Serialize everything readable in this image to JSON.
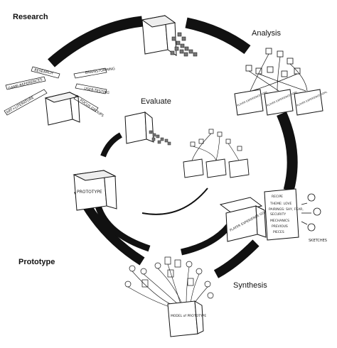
{
  "labels": {
    "research": "Research",
    "analysis": "Analysis",
    "evaluate": "Evaluate",
    "prototype_heading": "Prototype",
    "synthesis": "Synthesis"
  },
  "box_labels": {
    "prototype_box": "PROTOTYPE",
    "player_experience_goal": "PLAYER EXPERIENCE GOAL",
    "model_of_prototype": "MODEL of PROTOTYPE",
    "sketches": "SKETCHES"
  },
  "research_tags": [
    "RESEARCH",
    "BRAINSTORMING",
    "GAME-REFERENCES",
    "USER-TESTING",
    "ART+LITERATURE",
    "FOCUS GROUPS"
  ],
  "recipe_card": [
    "RECIPE",
    "THEME: LOVE",
    "PAIRINGS: SHY, FEAR,",
    "SECURITY",
    "MECHANICS",
    "PREVIOUS",
    "PIECES"
  ],
  "colors": {
    "ink": "#111111",
    "paper": "#ffffff"
  }
}
